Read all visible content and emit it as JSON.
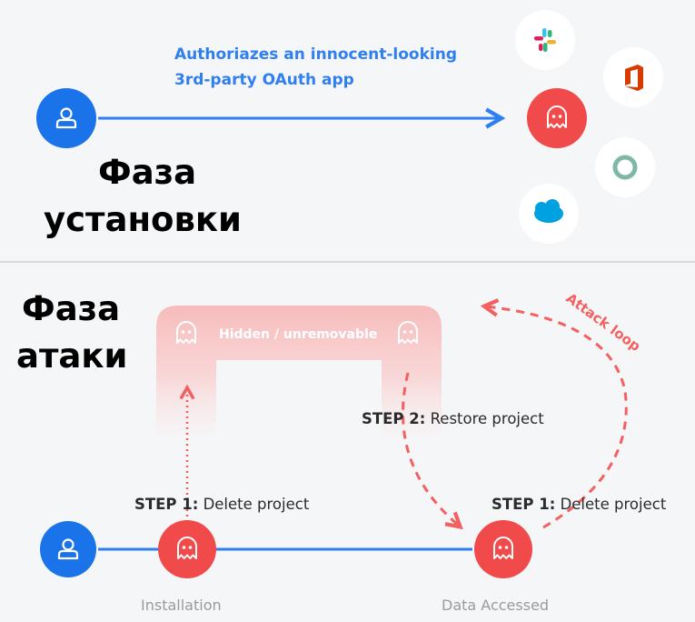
{
  "setup": {
    "title_line1": "Фаза",
    "title_line2": "установки",
    "arrow_label_line1": "Authoriazes an innocent-looking",
    "arrow_label_line2": "3rd-party OAuth app"
  },
  "attack": {
    "title_line1": "Фаза",
    "title_line2": "атаки",
    "hidden_label": "Hidden / unremovable",
    "loop_label": "Attack loop",
    "step1_left_prefix": "STEP 1:",
    "step1_left_text": " Delete project",
    "step2_prefix": "STEP 2:",
    "step2_text": " Restore project",
    "step1_right_prefix": "STEP 1:",
    "step1_right_text": " Delete project",
    "installation_label": "Installation",
    "data_accessed_label": "Data Accessed"
  },
  "colors": {
    "user_blue": "#1a73e8",
    "ghost_red": "#f04a4a",
    "line_blue": "#2f7ff0",
    "band_pink": "#f9c9c9",
    "dashed_red": "#f26060"
  },
  "icons": {
    "user": "user-icon",
    "ghost": "ghost-icon",
    "apps": [
      "slack-icon",
      "office-icon",
      "circle-app-icon",
      "salesforce-icon"
    ]
  }
}
